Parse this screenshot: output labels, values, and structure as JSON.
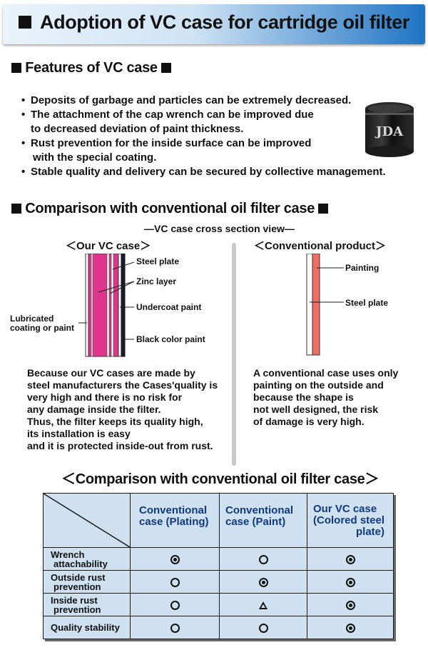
{
  "banner": {
    "title": "Adoption of VC case for cartridge oil filter"
  },
  "features": {
    "heading": "Features of VC case",
    "items": [
      "Deposits of garbage and particles can be extremely decreased.",
      "The attachment of the cap wrench can be improved due",
      "to decreased deviation of paint thickness.",
      "Rust prevention for the inside surface can be improved",
      "with the special coating.",
      "Stable quality and delivery can be secured by collective management."
    ],
    "product_logo_text": "JDA"
  },
  "comparison": {
    "heading": "Comparison with conventional oil filter case",
    "cross_section_title": "—VC case cross section view—",
    "vc": {
      "title": "＜Our VC case＞",
      "labels": {
        "steel_plate": "Steel plate",
        "zinc_layer": "Zinc layer",
        "undercoat": "Undercoat paint",
        "black_paint": "Black color paint",
        "lubricated_1": "Lubricated",
        "lubricated_2": "coating or paint"
      },
      "paragraph": [
        "Because our VC cases are made by",
        "steel manufacturers the Cases'quality is",
        "very high and there is no risk for",
        "any damage inside the filter.",
        "Thus, the filter keeps its quality high,",
        "its installation is easy",
        "and it is protected inside-out from rust."
      ]
    },
    "conventional": {
      "title": "＜Conventional product＞",
      "labels": {
        "painting": "Painting",
        "steel_plate": "Steel plate"
      },
      "paragraph": [
        "A conventional case uses only",
        "painting on the outside and",
        "because the shape is",
        "not well designed, the risk",
        "of damage is very high."
      ]
    },
    "colors": {
      "magenta": "#e0358d",
      "salmon": "#ee6e63",
      "black_paint": "#1c1c2e"
    }
  },
  "table": {
    "title": "＜Comparison with conventional oil filter case＞",
    "columns": [
      [
        "Conventional",
        "case (Plating)"
      ],
      [
        "Conventional",
        "case (Paint)"
      ],
      [
        "Our VC case",
        "(Colored steel",
        "plate)"
      ]
    ],
    "rows": [
      {
        "label": [
          "Wrench",
          "attachability"
        ],
        "marks": [
          "double",
          "circle",
          "double"
        ]
      },
      {
        "label": [
          "Outside rust",
          "prevention"
        ],
        "marks": [
          "circle",
          "double",
          "double"
        ]
      },
      {
        "label": [
          "Inside rust",
          "prevention"
        ],
        "marks": [
          "circle",
          "triangle",
          "double"
        ]
      },
      {
        "label": [
          "Quality stability"
        ],
        "marks": [
          "circle",
          "circle",
          "double"
        ]
      }
    ]
  }
}
